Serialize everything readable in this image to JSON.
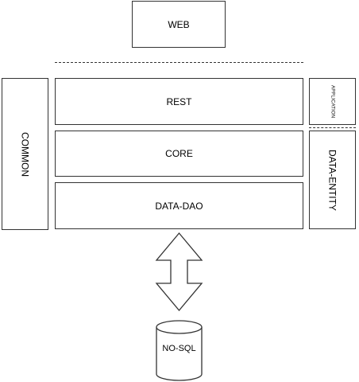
{
  "diagram": {
    "web": "WEB",
    "rest": "REST",
    "core": "CORE",
    "data_dao": "DATA-DAO",
    "common": "COMMON",
    "application": "APPLICATION",
    "data_entity": "DATA-ENTITY",
    "database": "NO-SQL"
  }
}
